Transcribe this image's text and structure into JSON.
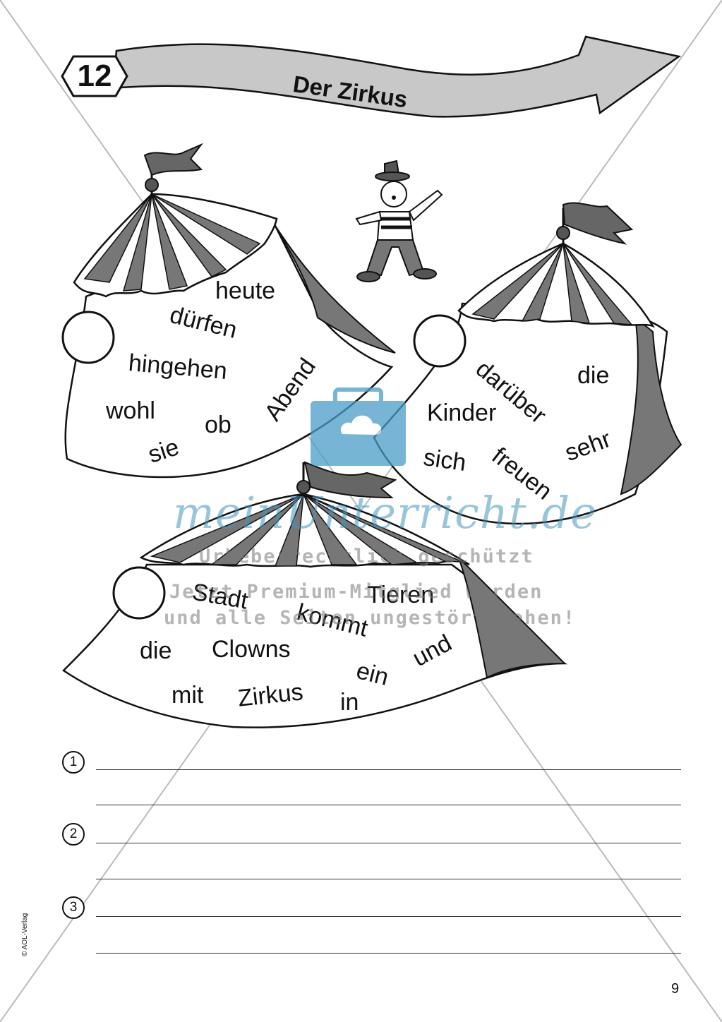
{
  "header": {
    "number": "12",
    "title": "Der Zirkus"
  },
  "tents": [
    {
      "words": [
        "heute",
        "dürfen",
        "hingehen",
        "Abend",
        "wohl",
        "ob",
        "sie"
      ]
    },
    {
      "words": [
        "darüber",
        "die",
        "Kinder",
        "sich",
        "freuen",
        "sehr"
      ]
    },
    {
      "words": [
        "Stadt",
        "Tieren",
        "kommt",
        "die",
        "Clowns",
        "und",
        "ein",
        "mit",
        "Zirkus",
        "in"
      ]
    }
  ],
  "answer_lines": [
    {
      "number": "1"
    },
    {
      "number": "2"
    },
    {
      "number": "3"
    }
  ],
  "watermark": {
    "brand": "meinUnterricht.de",
    "line1": "Urheberrechtlich geschützt",
    "line2": "Jetzt Premium-Mitglied werden",
    "line3": "und alle Seiten ungestört sehen!"
  },
  "footer": {
    "credit": "© AOL-Verlag",
    "page_number": "9"
  }
}
